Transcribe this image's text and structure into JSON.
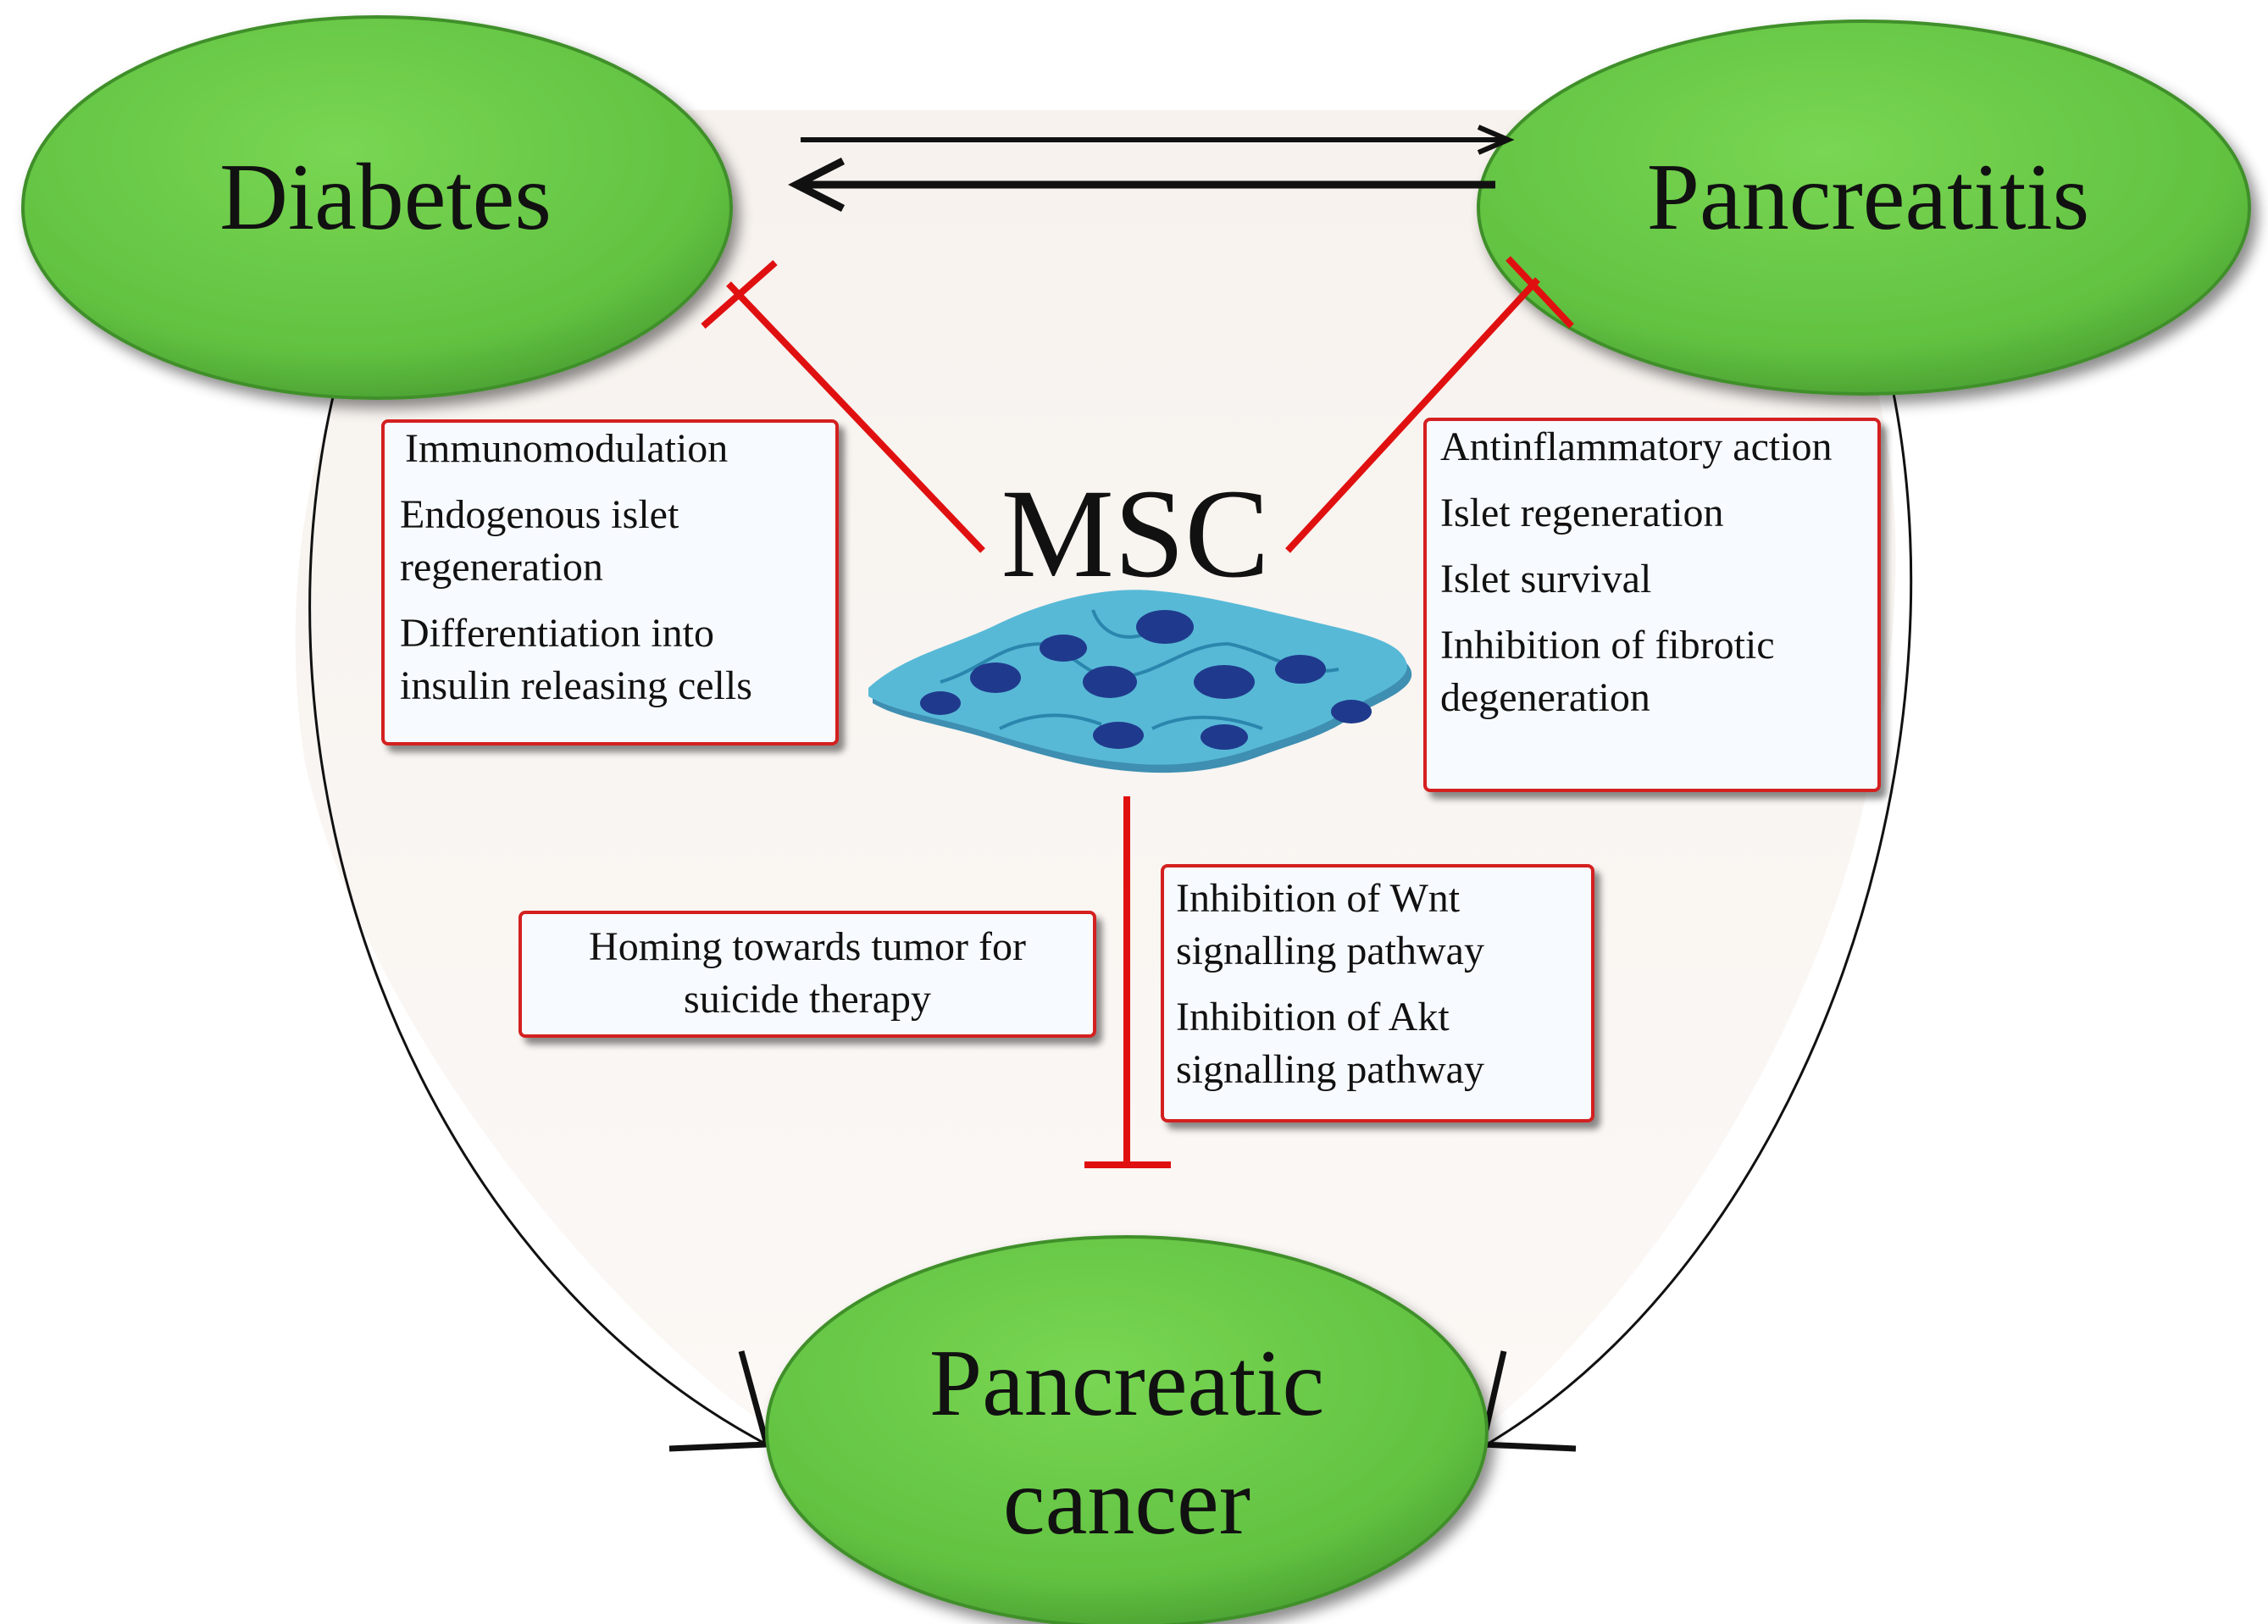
{
  "nodes": {
    "diabetes": "Diabetes",
    "pancreatitis": "Pancreatitis",
    "pancreatic_cancer": [
      "Pancreatic",
      "cancer"
    ],
    "msc": "MSC"
  },
  "boxes": {
    "diabetes_effects": [
      "Immunomodulation",
      "Endogenous islet regeneration",
      "Differentiation into insulin releasing cells"
    ],
    "pancreatitis_effects": [
      "Antinflammatory action",
      "Islet regeneration",
      "Islet survival",
      "Inhibition of fibrotic degeneration"
    ],
    "cancer_homing": "Homing towards tumor for suicide therapy",
    "cancer_pathways": [
      "Inhibition of Wnt signalling pathway",
      "Inhibition of Akt signalling pathway"
    ]
  },
  "colors": {
    "node_fill": "#6cc94a",
    "node_dark": "#3f8f2b",
    "inhibition": "#e01010",
    "box_border": "#d42020",
    "cell_light": "#55b8d6",
    "cell_nucleus": "#1f3a8c",
    "arrow": "#111111"
  }
}
